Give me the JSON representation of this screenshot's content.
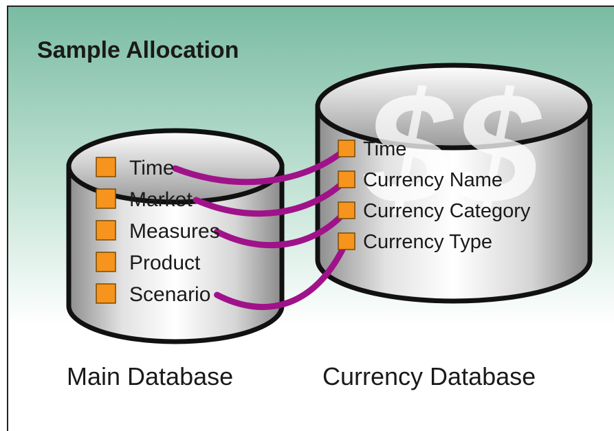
{
  "title": "Sample Allocation",
  "main_db": {
    "caption": "Main Database",
    "dimensions": [
      "Time",
      "Market",
      "Measures",
      "Product",
      "Scenario"
    ]
  },
  "currency_db": {
    "caption": "Currency Database",
    "symbol": "$$",
    "dimensions": [
      "Time",
      "Currency Name",
      "Currency Category",
      "Currency Type"
    ]
  },
  "links": [
    {
      "from": "Time",
      "to": "Time"
    },
    {
      "from": "Market",
      "to": "Currency Name"
    },
    {
      "from": "Measures",
      "to": "Currency Category"
    },
    {
      "from": "Scenario",
      "to": "Currency Type"
    }
  ],
  "colors": {
    "bg_top": "#7fbfa8",
    "bg_bottom": "#ffffff",
    "link": "#a0128a",
    "box_fill": "#f7941d",
    "box_stroke": "#7a4a00",
    "cyl_stroke": "#111111"
  }
}
